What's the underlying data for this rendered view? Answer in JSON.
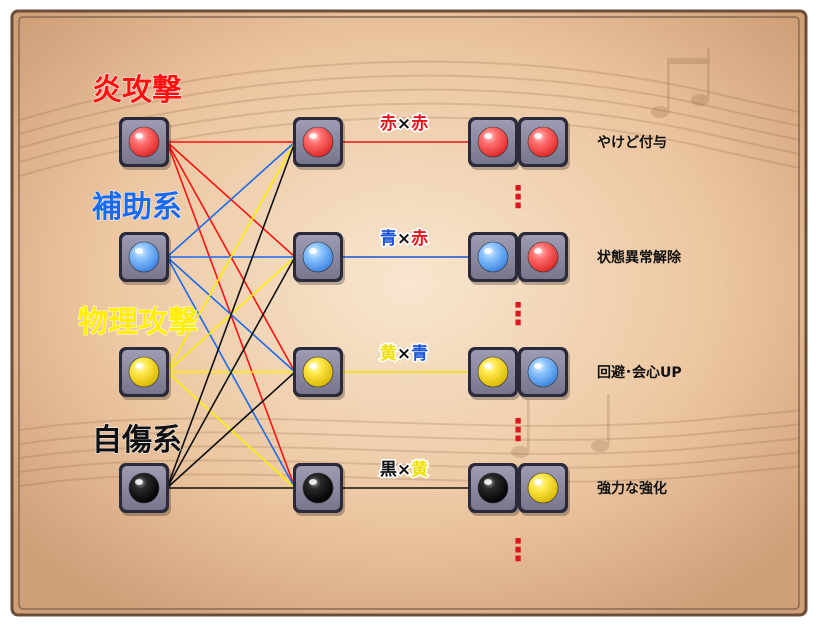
{
  "categories": [
    {
      "id": "red",
      "label": "炎攻撃",
      "color": "#ff1010",
      "orb": "red"
    },
    {
      "id": "blue",
      "label": "補助系",
      "color": "#1a6af0",
      "orb": "blue"
    },
    {
      "id": "yellow",
      "label": "物理攻撃",
      "color": "#ffee00",
      "orb": "yellow"
    },
    {
      "id": "black",
      "label": "自傷系",
      "color": "#101010",
      "orb": "black"
    }
  ],
  "combos": [
    {
      "first": "赤",
      "first_color": "#e8141b",
      "times": "×",
      "second": "赤",
      "second_color": "#e8141b",
      "line_color": "#e8141b",
      "orb_a": "red",
      "orb_b": "red",
      "effect": "やけど付与"
    },
    {
      "first": "青",
      "first_color": "#1a55d6",
      "times": "×",
      "second": "赤",
      "second_color": "#e8141b",
      "line_color": "#1a55d6",
      "orb_a": "blue",
      "orb_b": "red",
      "effect": "状態異常解除"
    },
    {
      "first": "黄",
      "first_color": "#f0e000",
      "times": "×",
      "second": "青",
      "second_color": "#1a55d6",
      "line_color": "#f0e000",
      "orb_a": "yellow",
      "orb_b": "blue",
      "effect": "回避･会心UP"
    },
    {
      "first": "黒",
      "first_color": "#111111",
      "times": "×",
      "second": "黄",
      "second_color": "#f0e000",
      "line_color": "#111111",
      "orb_a": "black",
      "orb_b": "yellow",
      "effect": "強力な強化"
    }
  ],
  "connections": {
    "from": [
      "red",
      "blue",
      "yellow",
      "black"
    ],
    "to": [
      "red",
      "blue",
      "yellow",
      "black"
    ],
    "all_to_all": true
  },
  "more_marker": "⋮",
  "colors": {
    "parchment": "#ecc7a0",
    "frame": "#6b4d3a",
    "box_fill": "#8b8aa0",
    "box_stroke": "#2a2a3a"
  }
}
